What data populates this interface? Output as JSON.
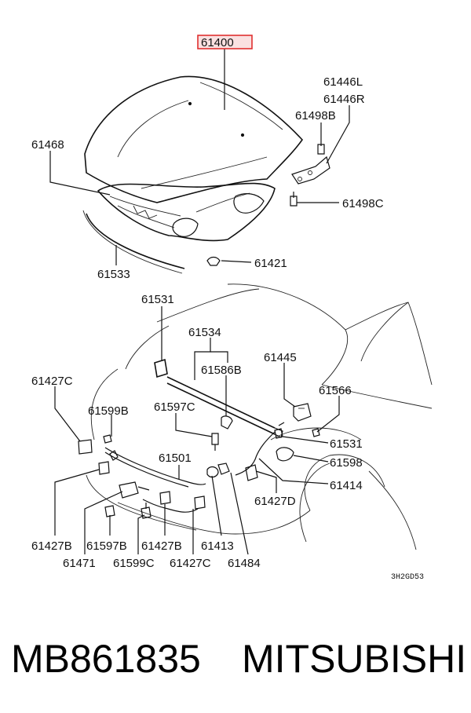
{
  "diagram": {
    "callouts": {
      "c61400": "61400",
      "c61446L": "61446L",
      "c61446R": "61446R",
      "c61498B": "61498B",
      "c61468": "61468",
      "c61498C": "61498C",
      "c61421": "61421",
      "c61533": "61533",
      "c61531a": "61531",
      "c61534": "61534",
      "c61586B": "61586B",
      "c61445": "61445",
      "c61427Ca": "61427C",
      "c61599Ba": "61599B",
      "c61597C": "61597C",
      "c61566": "61566",
      "c61531b": "61531",
      "c61501": "61501",
      "c61598": "61598",
      "c61414": "61414",
      "c61427D": "61427D",
      "c61427Ba": "61427B",
      "c61597B": "61597B",
      "c61427Bb": "61427B",
      "c61413": "61413",
      "c61471": "61471",
      "c61599Cb": "61599C",
      "c61427Cb": "61427C",
      "c61484": "61484"
    },
    "diagram_code": "3H2GD53",
    "highlight_color": "#e03030"
  },
  "footer": {
    "part_number": "MB861835",
    "brand": "MITSUBISHI"
  }
}
